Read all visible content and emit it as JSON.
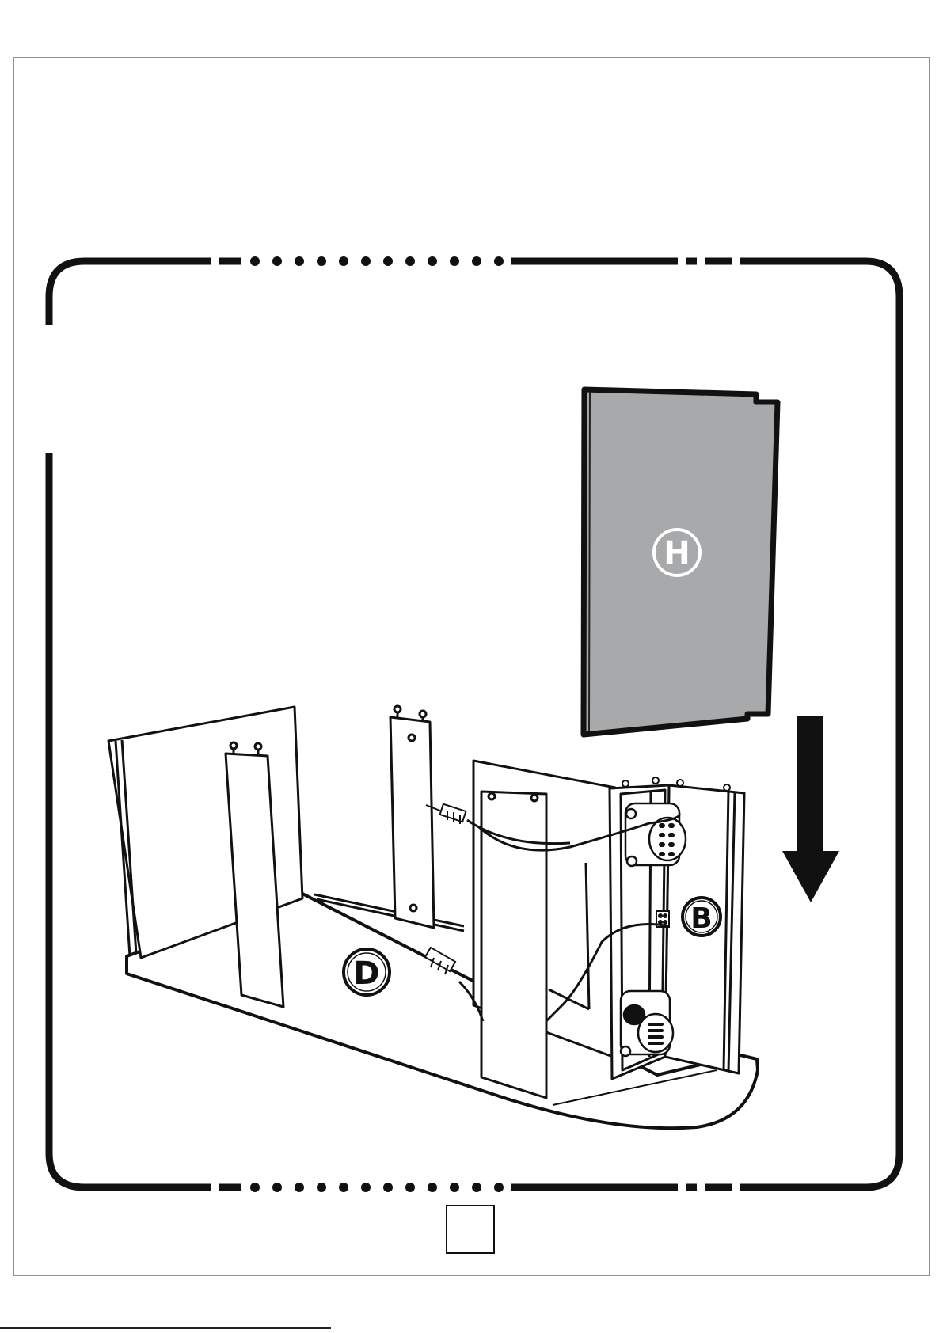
{
  "parts": {
    "h_label": "H",
    "d_label": "D",
    "b_label": "B"
  },
  "page": {
    "number": "",
    "footer_mark": ""
  },
  "colors": {
    "ink": "#111111",
    "panel_gray": "#a7a9ab",
    "trim_line": "#3ab0d8"
  },
  "icons": {
    "down_arrow": "down-arrow-icon",
    "speaker": "speaker-icon",
    "audio_jack": "audio-jack-icon"
  }
}
